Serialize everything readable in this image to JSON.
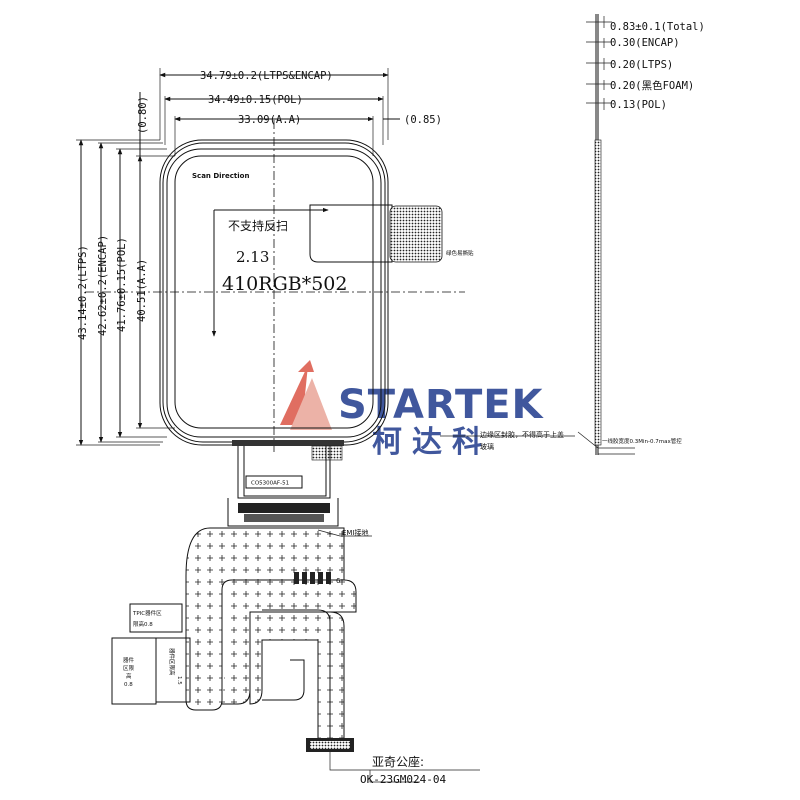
{
  "dimensions": {
    "width_total": "34.79±0.2(LTPS&ENCAP)",
    "width_pol": "34.49±0.15(POL)",
    "width_aa": "33.09(A.A)",
    "offset_top": "(0.80)",
    "offset_right": "(0.85)",
    "height_ltps": "43.14±0.2(LTPS)",
    "height_encap": "42.62±0.2(ENCAP)",
    "height_pol": "41.76±0.15(POL)",
    "height_aa": "40.51(A.A)"
  },
  "stack": {
    "total": "0.83±0.1(Total)",
    "encap": "0.30(ENCAP)",
    "ltps": "0.20(LTPS)",
    "foam": "0.20(黑色FOAM)",
    "pol": "0.13(POL)"
  },
  "display": {
    "scan_direction": "Scan Direction",
    "no_reverse_scan": "不支持反扫",
    "size": "2.13",
    "resolution": "410RGB*502",
    "green_tape": "绿色易撕贴"
  },
  "watermark": {
    "brand": "STARTEK",
    "brand_cn": "柯达科"
  },
  "notes": {
    "edge_seal": "边缘区封胶，不得高于上盖",
    "edge_seal_line2": "玻璃",
    "glue_width": "一线胶宽度0.3Min-0.7max管控",
    "ic_label": "CO5300AF-51",
    "emi": "EMI接地",
    "tp_num": "6",
    "tpic_area": "TPIC器件区",
    "tpic_height": "限高0.8",
    "comp_area_1": "器件",
    "comp_area_2": "区限",
    "comp_area_3": "高",
    "comp_area_4": "0.8",
    "comp_area_b1": "器件区限高",
    "comp_area_b2": "1.5",
    "connector": "亚奇公座:",
    "part_number": "OK-23GM024-04"
  }
}
